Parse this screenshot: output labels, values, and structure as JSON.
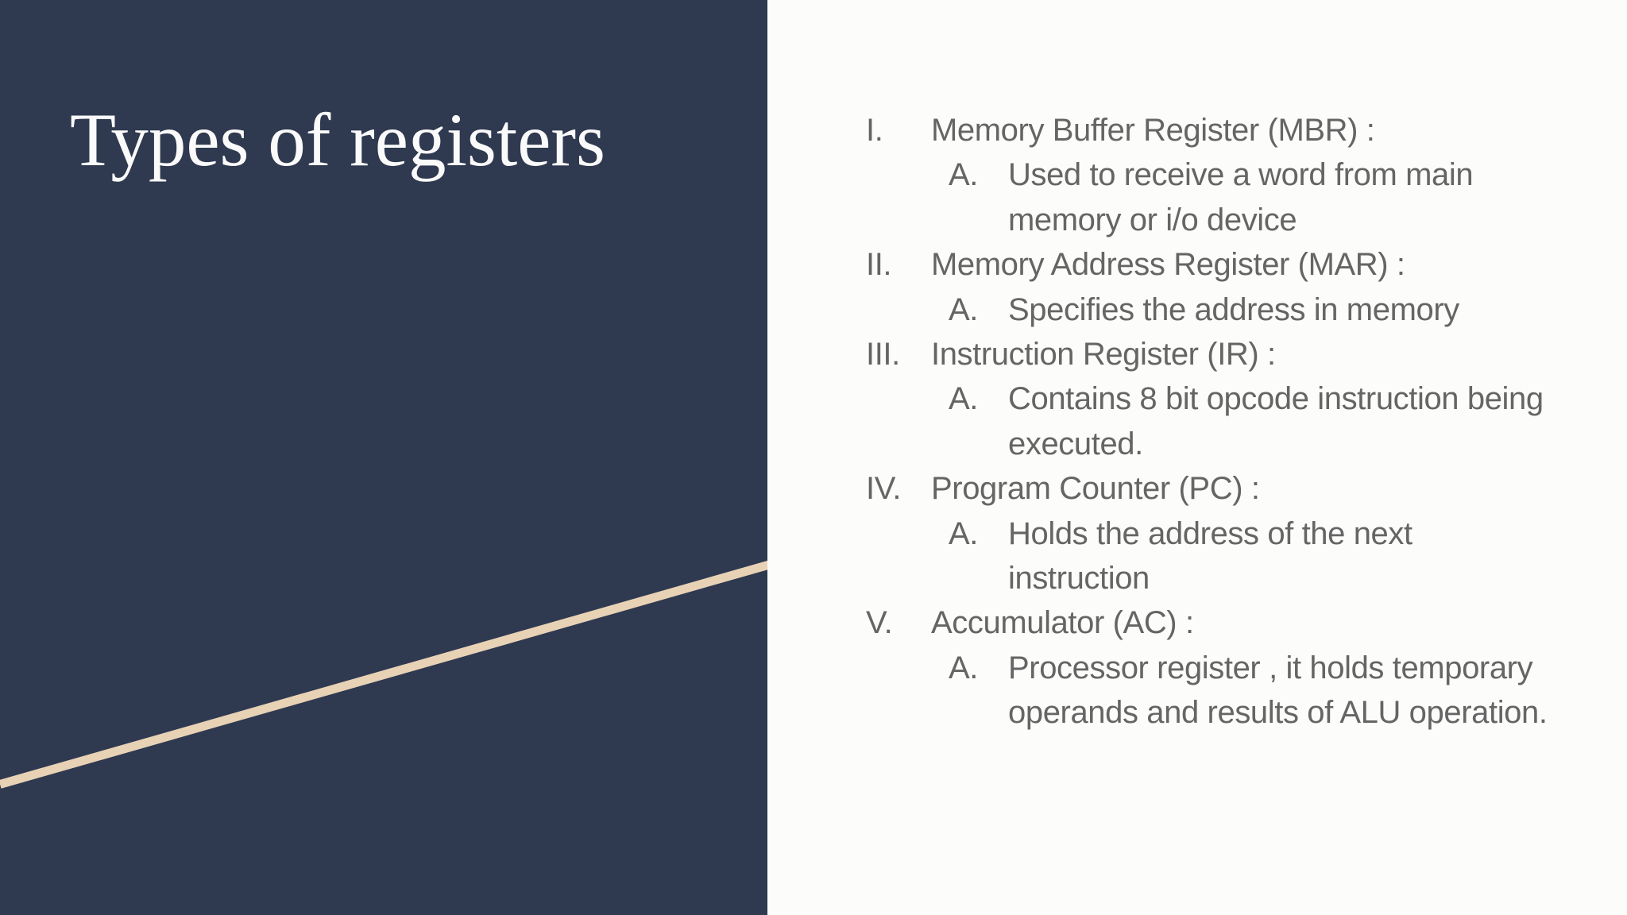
{
  "title": "Types of registers",
  "list": {
    "items": [
      {
        "numeral": "I.",
        "heading": "Memory Buffer Register (MBR) :",
        "sub_marker": "A.",
        "sub_lines": [
          "Used to receive a word from main",
          "memory or i/o device"
        ]
      },
      {
        "numeral": "II.",
        "heading": "Memory Address Register (MAR) :",
        "sub_marker": "A.",
        "sub_lines": [
          "Specifies the address in memory"
        ]
      },
      {
        "numeral": "III.",
        "heading": "Instruction Register (IR) :",
        "sub_marker": "A.",
        "sub_lines": [
          "Contains 8 bit opcode instruction being",
          "executed."
        ]
      },
      {
        "numeral": "IV.",
        "heading": "Program Counter (PC) :",
        "sub_marker": "A.",
        "sub_lines": [
          "Holds the address of the next",
          "instruction"
        ]
      },
      {
        "numeral": "V.",
        "heading": "Accumulator (AC) :",
        "sub_marker": "A.",
        "sub_lines": [
          "Processor register , it holds temporary",
          "operands and results of ALU operation."
        ]
      }
    ]
  },
  "colors": {
    "panel": "#2f3950",
    "accent_line": "#e8d2b6",
    "background": "#fcfcfa",
    "title_text": "#fafafa",
    "body_text": "#656565"
  }
}
